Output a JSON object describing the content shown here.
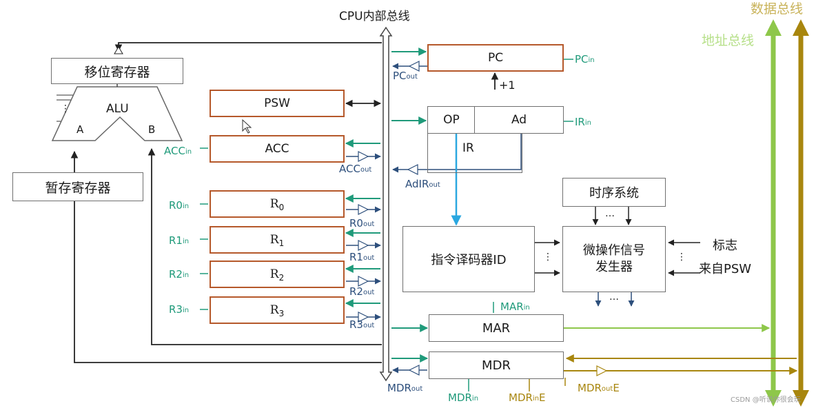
{
  "title": "CPU内部总线",
  "buses": {
    "data": "数据总线",
    "address": "地址总线"
  },
  "registers": {
    "shifter": "移位寄存器",
    "alu": "ALU",
    "alu_a": "A",
    "alu_b": "B",
    "temp": "暂存寄存器",
    "psw": "PSW",
    "acc": "ACC",
    "r0": {
      "main": "R",
      "sub": "0"
    },
    "r1": {
      "main": "R",
      "sub": "1"
    },
    "r2": {
      "main": "R",
      "sub": "2"
    },
    "r3": {
      "main": "R",
      "sub": "3"
    },
    "pc": "PC",
    "op": "OP",
    "ad": "Ad",
    "ir": "IR",
    "timing": "时序系统",
    "decoder": "指令译码器ID",
    "micro_line1": "微操作信号",
    "micro_line2": "发生器",
    "mar": "MAR",
    "mdr": "MDR"
  },
  "signals": {
    "pc_in": {
      "main": "PC",
      "sub": "in"
    },
    "pc_out": {
      "main": "PC",
      "sub": "out"
    },
    "plus_one": "+1",
    "ir_in": {
      "main": "IR",
      "sub": "in"
    },
    "adir_out": {
      "main": "AdIR",
      "sub": "out"
    },
    "acc_in": {
      "main": "ACC",
      "sub": "in"
    },
    "acc_out": {
      "main": "ACC",
      "sub": "out"
    },
    "r0_in": {
      "main": "R0",
      "sub": "in"
    },
    "r0_out": {
      "main": "R0",
      "sub": "out"
    },
    "r1_in": {
      "main": "R1",
      "sub": "in"
    },
    "r1_out": {
      "main": "R1",
      "sub": "out"
    },
    "r2_in": {
      "main": "R2",
      "sub": "in"
    },
    "r2_out": {
      "main": "R2",
      "sub": "out"
    },
    "r3_in": {
      "main": "R3",
      "sub": "in"
    },
    "r3_out": {
      "main": "R3",
      "sub": "out"
    },
    "mar_in": {
      "main": "MAR",
      "sub": "in"
    },
    "mdr_out": {
      "main": "MDR",
      "sub": "out"
    },
    "mdr_in": {
      "main": "MDR",
      "sub": "in"
    },
    "mdr_ine": {
      "main": "MDR",
      "sub": "in",
      "tail": "E"
    },
    "mdr_oute": {
      "main": "MDR",
      "sub": "out",
      "tail": "E"
    }
  },
  "flags": {
    "line1": "标志",
    "line2": "来自PSW"
  },
  "ellipsis_h": "…",
  "ellipsis_v": "⋮",
  "watermark": "CSDN @听说你很会玩"
}
